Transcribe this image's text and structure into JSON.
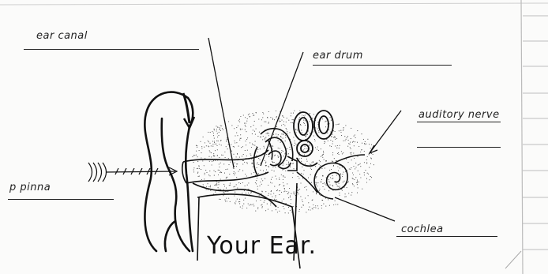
{
  "worksheet": {
    "title": "Your Ear.",
    "labels": {
      "ear_canal": "ear canal",
      "ear_drum": "ear drum",
      "auditory_nerve": "auditory nerve",
      "pinna": "p pinna",
      "cochlea": "cochlea"
    }
  }
}
